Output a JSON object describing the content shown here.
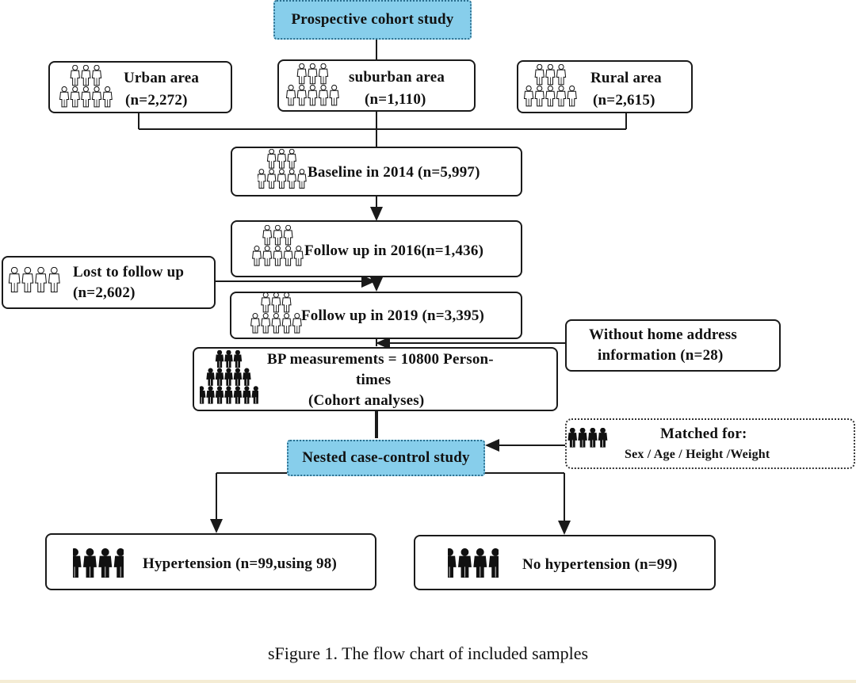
{
  "title": "Prospective cohort study",
  "areas": [
    {
      "name": "Urban area",
      "n": "(n=2,272)"
    },
    {
      "name": "suburban area",
      "n": "(n=1,110)"
    },
    {
      "name": "Rural area",
      "n": "(n=2,615)"
    }
  ],
  "baseline": "Baseline in 2014 (n=5,997)",
  "follow_2016": "Follow up in 2016(n=1,436)",
  "lost": {
    "line1": "Lost to  follow up",
    "line2": "(n=2,602)"
  },
  "follow_2019": "Follow up in 2019 (n=3,395)",
  "without_address": {
    "line1": "Without home address",
    "line2": "information  (n=28)"
  },
  "bp": {
    "line1": "BP measurements = 10800 Person-",
    "line2": "times",
    "line3": "(Cohort analyses)"
  },
  "nested": "Nested case-control study",
  "matched": {
    "line1": "Matched for:",
    "line2": "Sex / Age / Height /Weight"
  },
  "hypertension": "Hypertension (n=99,using 98)",
  "no_hypertension": "No hypertension (n=99)",
  "caption": "sFigure 1. The flow chart of included samples",
  "colors": {
    "highlight_box": "#87ceeb",
    "line": "#1a1a1a"
  }
}
